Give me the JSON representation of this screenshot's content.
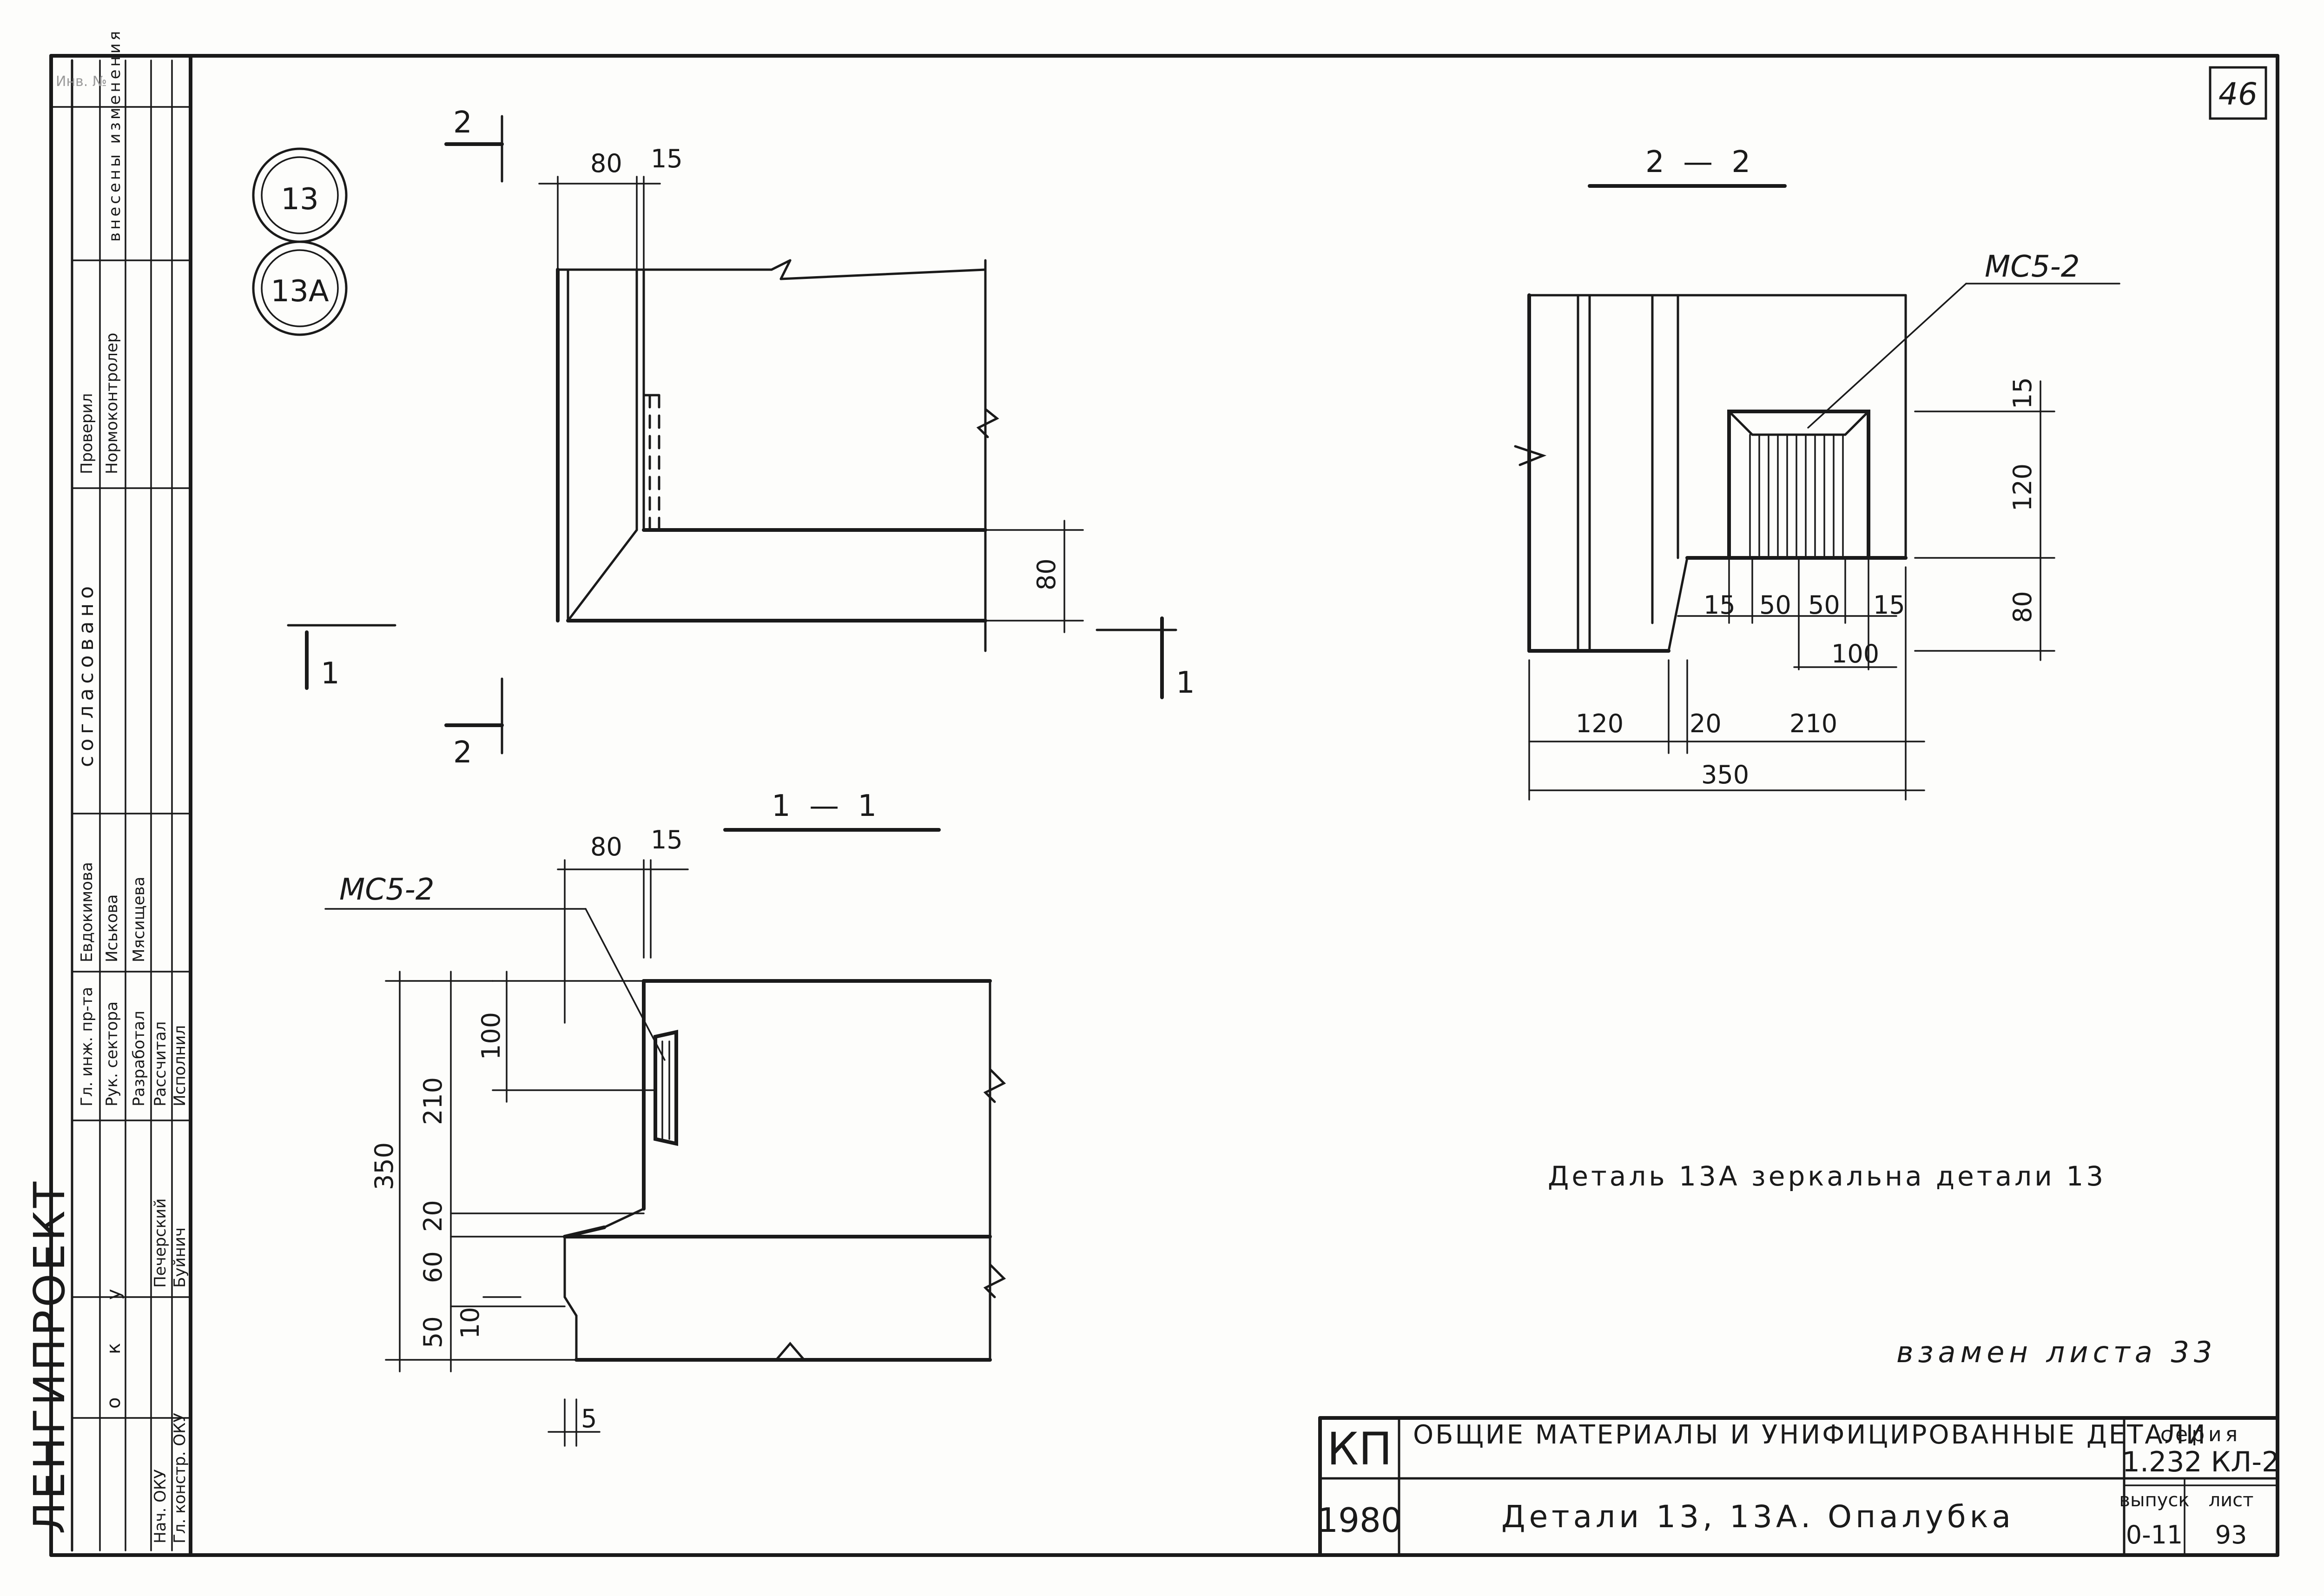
{
  "sheet": {
    "number": "46",
    "replaces": "взамен листа 33"
  },
  "details": {
    "d1": "13",
    "d2": "13А"
  },
  "note": "Деталь 13А зеркальна детали 13",
  "section_markers": {
    "sec1": "1",
    "sec2": "2"
  },
  "section_titles": {
    "s11": "1 — 1",
    "s22": "2 — 2"
  },
  "callouts": {
    "a": "MC5-2",
    "b": "MC5-2"
  },
  "dims": {
    "top_80": "80",
    "top_15": "15",
    "top_80v": "80",
    "s22_15top": "15",
    "s22_120v": "120",
    "s22_80v": "80",
    "s22_15a": "15",
    "s22_50a": "50",
    "s22_50b": "50",
    "s22_15b": "15",
    "s22_100": "100",
    "s22_120": "120",
    "s22_20": "20",
    "s22_210": "210",
    "s22_350": "350",
    "s11_80": "80",
    "s11_15": "15",
    "s11_100": "100",
    "s11_210": "210",
    "s11_350": "350",
    "s11_20": "20",
    "s11_60": "60",
    "s11_50": "50",
    "s11_10": "10",
    "s11_5": "5"
  },
  "title_block": {
    "code": "КП",
    "year": "1980",
    "title": "ОБЩИЕ МАТЕРИАЛЫ И УНИФИЦИРОВАННЫЕ ДЕТАЛИ",
    "subtitle": "Детали 13, 13А. Опалубка",
    "series_label": "серия",
    "series": "1.232 КЛ-2",
    "issue_label": "выпуск",
    "issue": "0-11",
    "sheet_label": "лист",
    "sheet": "93"
  },
  "side_stamp": {
    "org": "ЛЕНГИПРОЕКТ",
    "agreed": "согласовано",
    "changes": "внесены изменения",
    "checked": "Проверил",
    "norm": "Нормоконтролер",
    "dept_head": "Гл. инж. пр-та",
    "sector_head": "Рук. сектора",
    "developed": "Разработал",
    "calculated": "Рассчитал",
    "executed": "Исполнил",
    "n1": "Евдокимова",
    "n2": "Иськова",
    "n3": "Мясищева",
    "n4": "Печерский",
    "n5": "Буйнич",
    "okb": "о к у",
    "r1": "Нач. ОКУ",
    "r2": "Гл. констр. ОКУ",
    "inv": "Инв. №"
  }
}
